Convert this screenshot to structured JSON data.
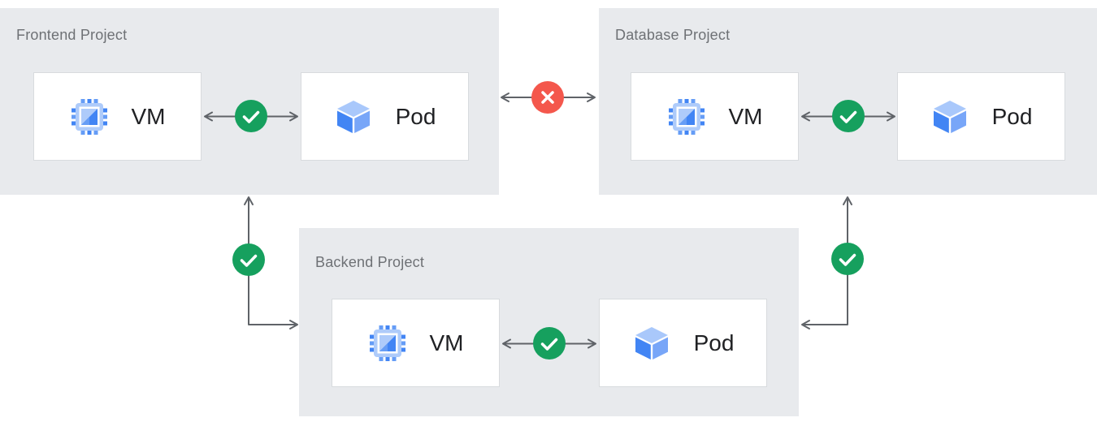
{
  "diagram": {
    "panels": [
      {
        "id": "frontend",
        "title": "Frontend Project",
        "nodes": [
          {
            "label": "VM",
            "icon": "vm-chip-icon"
          },
          {
            "label": "Pod",
            "icon": "pod-cube-icon"
          }
        ]
      },
      {
        "id": "database",
        "title": "Database Project",
        "nodes": [
          {
            "label": "VM",
            "icon": "vm-chip-icon"
          },
          {
            "label": "Pod",
            "icon": "pod-cube-icon"
          }
        ]
      },
      {
        "id": "backend",
        "title": "Backend Project",
        "nodes": [
          {
            "label": "VM",
            "icon": "vm-chip-icon"
          },
          {
            "label": "Pod",
            "icon": "pod-cube-icon"
          }
        ]
      }
    ],
    "connections": [
      {
        "from": "Frontend VM",
        "to": "Frontend Pod",
        "status": "allowed",
        "icon": "check-icon"
      },
      {
        "from": "Frontend Pod",
        "to": "Database VM",
        "status": "blocked",
        "icon": "cross-icon"
      },
      {
        "from": "Database VM",
        "to": "Database Pod",
        "status": "allowed",
        "icon": "check-icon"
      },
      {
        "from": "Backend VM",
        "to": "Backend Pod",
        "status": "allowed",
        "icon": "check-icon"
      },
      {
        "from": "Frontend Project",
        "to": "Backend Project",
        "status": "allowed",
        "icon": "check-icon"
      },
      {
        "from": "Database Project",
        "to": "Backend Project",
        "status": "allowed",
        "icon": "check-icon"
      }
    ],
    "colors": {
      "panel_bg": "#e8eaed",
      "box_border": "#d8dbde",
      "title_text": "#6e7175",
      "label_text": "#202124",
      "arrow": "#5f6368",
      "success_green": "#16a05e",
      "error_red": "#f4574c",
      "icon_blue_dark": "#4285f4",
      "icon_blue_mid": "#669df6",
      "icon_blue_light": "#aecbfa"
    }
  }
}
